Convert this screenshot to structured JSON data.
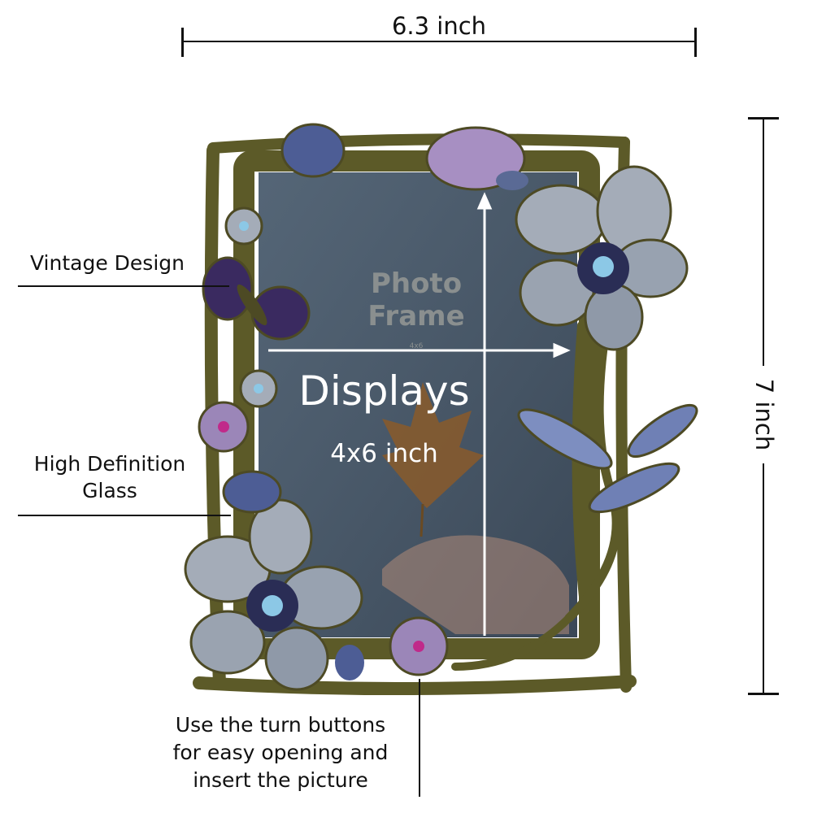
{
  "dimensions": {
    "width_label": "6.3 inch",
    "height_label": "7 inch"
  },
  "photo": {
    "watermark_line1": "Photo",
    "watermark_line2": "Frame",
    "watermark_size": "4x6"
  },
  "display": {
    "title": "Displays",
    "size": "4x6 inch"
  },
  "callouts": {
    "vintage": "Vintage Design",
    "glass_line1": "High Definition",
    "glass_line2": "Glass",
    "buttons_line1": "Use the turn buttons",
    "buttons_line2": "for easy opening and",
    "buttons_line3": "insert the picture"
  },
  "colors": {
    "frame": "#5a5a2a",
    "glass": "#4a5a6a",
    "flower_gray": "#9aa3b0",
    "flower_purple": "#9b86b8",
    "enamel_dark": "#2a2d55"
  }
}
